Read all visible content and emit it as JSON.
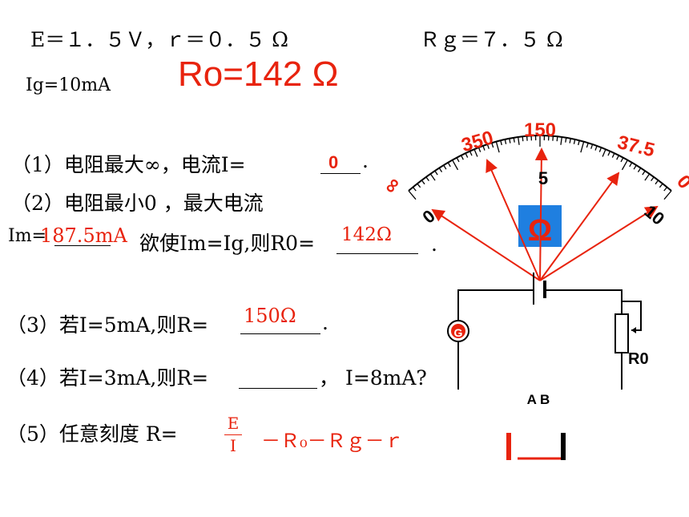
{
  "given": {
    "line1": "E＝１．５Ｖ，ｒ＝０．５ Ω",
    "rg": "Ｒｇ＝７．５ Ω",
    "ig": "Ig=10mA",
    "ro": "Ro=142 Ω"
  },
  "q1": {
    "text": "（1）电阻最大∞，电流I=",
    "answer": "0",
    "tail": "."
  },
  "q2": {
    "text": "（2）电阻最小0 ，最大电流",
    "im_label": "Im=",
    "im_answer": "187.5mA",
    "mid": "欲使Im=Ig,则R0=",
    "r0_answer": "142Ω",
    "tail": "."
  },
  "q3": {
    "text": "（3）若I=5mA,则R=",
    "answer": "150Ω",
    "tail": "."
  },
  "q4": {
    "text": "（4）若I=3mA,则R=",
    "tail": "，  I=8mA?"
  },
  "q5": {
    "text": "（5）任意刻度 R=",
    "numerator": "E",
    "denominator": "I",
    "rest": "－Ｒ₀－Ｒｇ－ｒ"
  },
  "meter": {
    "labels": [
      "350",
      "150",
      "37.5",
      "∞",
      "5",
      "0",
      "0",
      "10"
    ],
    "omega": "Ω",
    "omega_bg": "#1f7fe0",
    "g": "G",
    "r0": "R0",
    "ab": "A  B"
  }
}
